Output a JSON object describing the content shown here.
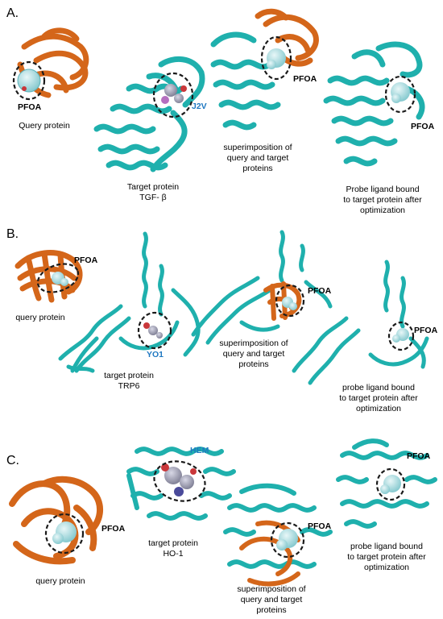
{
  "colors": {
    "query_protein": "#d4661a",
    "target_protein": "#1fb0ad",
    "ligand": "#a9dde2",
    "ligand_highlight": "#c9373a",
    "site_marker": "#1a1a1a",
    "ligand_label_blue": "#1f78c1"
  },
  "panels": [
    {
      "letter": "A.",
      "ligand_query": "PFOA",
      "ligand_target": "J2V",
      "ligand_superimposed": "PFOA",
      "ligand_optimized": "PFOA",
      "caption_query": "Query protein",
      "caption_target_1": "Target protein",
      "caption_target_2": "TGF- β",
      "caption_super_1": "superimposition of",
      "caption_super_2": "query and target",
      "caption_super_3": "proteins",
      "caption_opt_1": "Probe ligand bound",
      "caption_opt_2": "to target protein after",
      "caption_opt_3": "optimization"
    },
    {
      "letter": "B.",
      "ligand_query": "PFOA",
      "ligand_target": "YO1",
      "ligand_superimposed": "PFOA",
      "ligand_optimized": "PFOA",
      "caption_query": "query protein",
      "caption_target_1": "target protein",
      "caption_target_2": "TRP6",
      "caption_super_1": "superimposition of",
      "caption_super_2": "query and target",
      "caption_super_3": "proteins",
      "caption_opt_1": "probe ligand bound",
      "caption_opt_2": "to target protein after",
      "caption_opt_3": "optimization"
    },
    {
      "letter": "C.",
      "ligand_query": "PFOA",
      "ligand_target": "HEM",
      "ligand_superimposed": "PFOA",
      "ligand_optimized": "PFOA",
      "caption_query": "query protein",
      "caption_target_1": "target protein",
      "caption_target_2": "HO-1",
      "caption_super_1": "superimposition of",
      "caption_super_2": "query and target",
      "caption_super_3": "proteins",
      "caption_opt_1": "probe ligand bound",
      "caption_opt_2": "to target protein after",
      "caption_opt_3": "optimization"
    }
  ]
}
